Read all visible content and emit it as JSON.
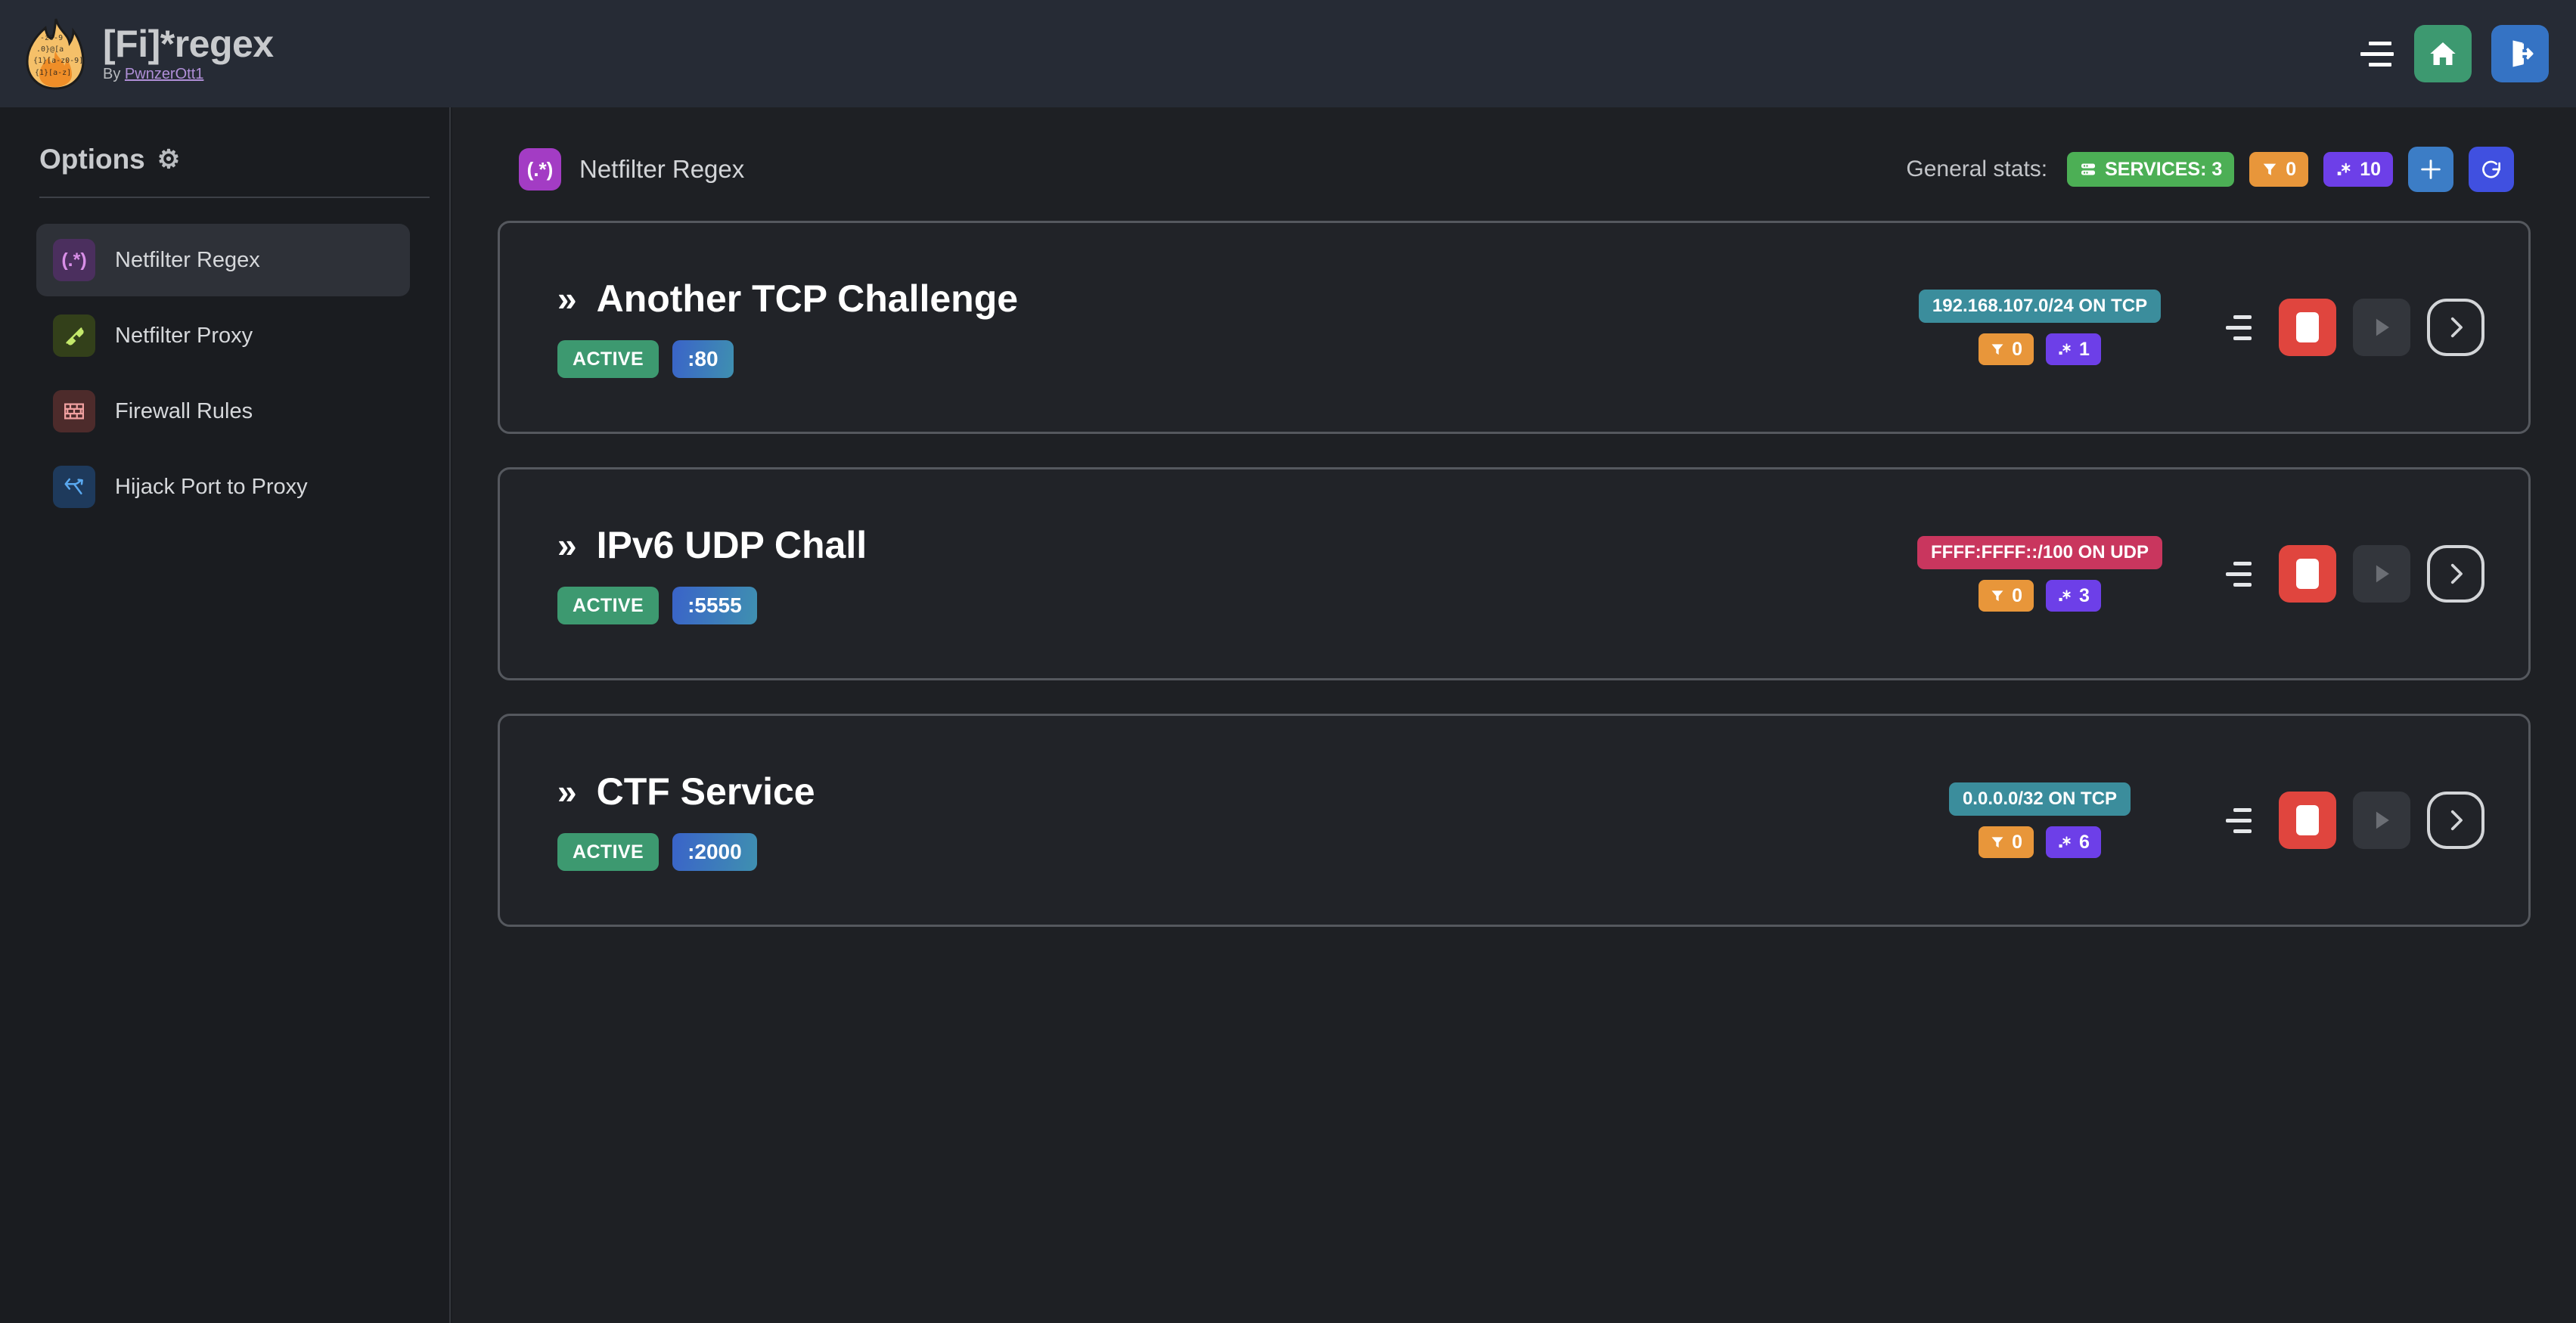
{
  "header": {
    "logo_icon": "flame-regex-logo",
    "title": "[Fi]*regex",
    "by_prefix": "By ",
    "author": "PwnzerOtt1",
    "menu_icon": "hamburger-menu-icon",
    "home_icon": "home-icon",
    "logout_icon": "logout-icon",
    "bg_color": "#262b35",
    "home_color": "#3d9970",
    "logout_color": "#3573c4"
  },
  "sidebar": {
    "heading": "Options",
    "heading_icon": "gear-icon",
    "gear_glyph": "⚙",
    "items": [
      {
        "label": "Netfilter Regex",
        "icon": "regex-icon",
        "glyph": "(.*)",
        "active": true
      },
      {
        "label": "Netfilter Proxy",
        "icon": "plug-icon",
        "glyph": "",
        "active": false
      },
      {
        "label": "Firewall Rules",
        "icon": "brick-wall-icon",
        "glyph": "",
        "active": false
      },
      {
        "label": "Hijack Port to Proxy",
        "icon": "route-fork-icon",
        "glyph": "",
        "active": false
      }
    ]
  },
  "main": {
    "page_icon": "regex-icon",
    "page_icon_glyph": "(.*)",
    "page_title": "Netfilter Regex",
    "stats_label": "General stats:",
    "stats": [
      {
        "icon": "server-stack-icon",
        "label": "SERVICES: 3",
        "color": "#4caf55",
        "kind": "services"
      },
      {
        "icon": "filter-funnel-icon",
        "label": "0",
        "color": "#e8963a",
        "kind": "filters"
      },
      {
        "icon": "regex-dot-star-icon",
        "label": "10",
        "color": "#6d3fe8",
        "kind": "regex"
      }
    ],
    "add_button_icon": "plus-icon",
    "refresh_button_icon": "refresh-icon"
  },
  "services": [
    {
      "chevron": "»",
      "name": "Another TCP Challenge",
      "status": "ACTIVE",
      "port": ":80",
      "network": "192.168.107.0/24 ON TCP",
      "protocol": "tcp",
      "filters_count": "0",
      "regex_count": "1",
      "drag_icon": "drag-handle-icon",
      "stop_icon": "stop-icon",
      "start_icon": "play-icon",
      "detail_icon": "chevron-right-icon"
    },
    {
      "chevron": "»",
      "name": "IPv6 UDP Chall",
      "status": "ACTIVE",
      "port": ":5555",
      "network": "FFFF:FFFF::/100 ON UDP",
      "protocol": "udp",
      "filters_count": "0",
      "regex_count": "3",
      "drag_icon": "drag-handle-icon",
      "stop_icon": "stop-icon",
      "start_icon": "play-icon",
      "detail_icon": "chevron-right-icon"
    },
    {
      "chevron": "»",
      "name": "CTF Service",
      "status": "ACTIVE",
      "port": ":2000",
      "network": "0.0.0.0/32 ON TCP",
      "protocol": "tcp",
      "filters_count": "0",
      "regex_count": "6",
      "drag_icon": "drag-handle-icon",
      "stop_icon": "stop-icon",
      "start_icon": "play-icon",
      "detail_icon": "chevron-right-icon"
    }
  ],
  "colors": {
    "page_bg": "#1e2024",
    "sidebar_bg": "#1a1c20",
    "card_bg": "#212328",
    "card_border": "#55585e",
    "active_green": "#3d9970",
    "stop_red": "#e0453e",
    "tcp_teal": "#3b8d9c",
    "udp_pink": "#c9365e",
    "filter_orange": "#e8963a",
    "regex_purple": "#6d3fe8"
  }
}
